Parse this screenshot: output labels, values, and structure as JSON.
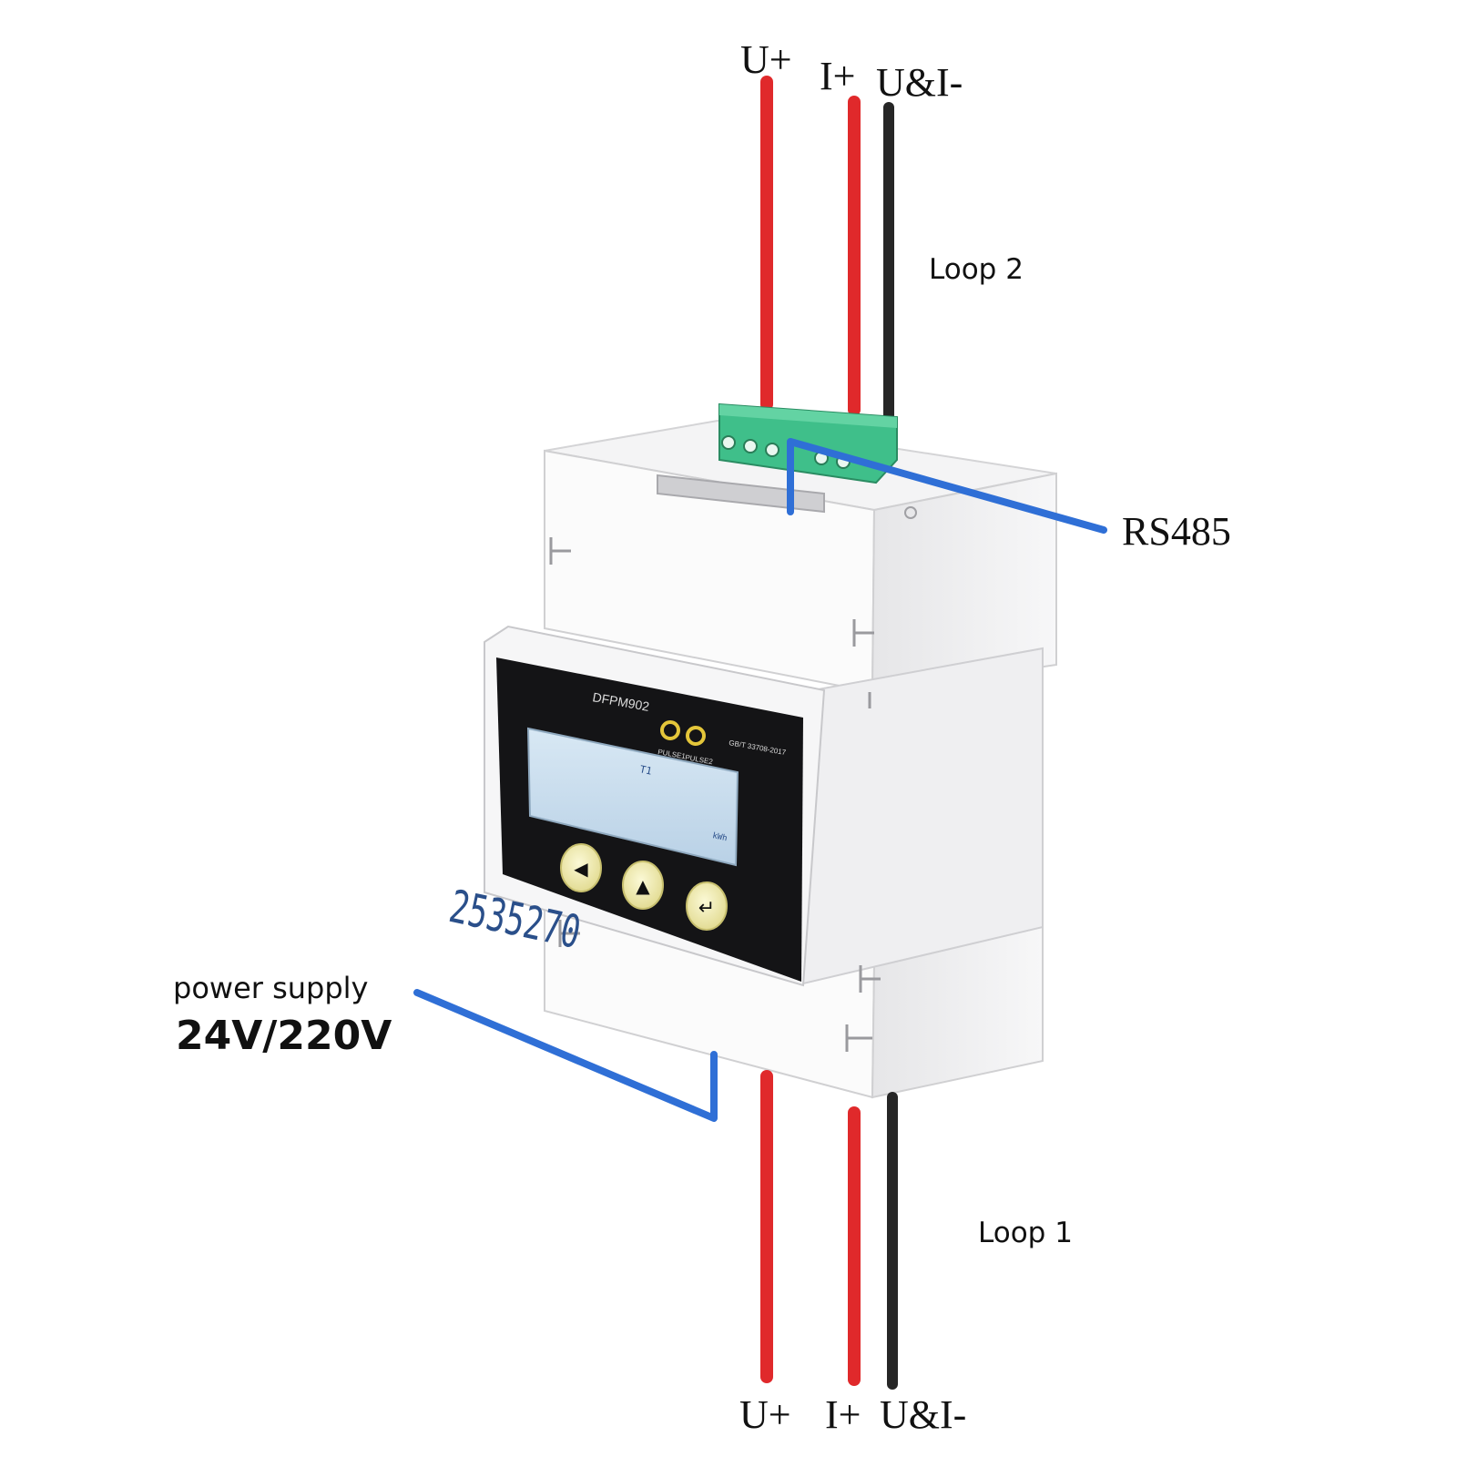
{
  "top_terminals": {
    "u_plus": "U+",
    "i_plus": "I+",
    "ui_minus": "U&I-"
  },
  "bottom_terminals": {
    "u_plus": "U+",
    "i_plus": "I+",
    "ui_minus": "U&I-"
  },
  "loop2_label": "Loop 2",
  "loop1_label": "Loop 1",
  "rs485_label": "RS485",
  "power": {
    "line1": "power supply",
    "line2": "24V/220V"
  },
  "device": {
    "model": "DFPM902",
    "pulse1": "PULSE1",
    "pulse2": "PULSE2",
    "standard": "GB/T 33708-2017",
    "reading": "2535270",
    "unit": "kWh",
    "tariff": "T1"
  },
  "colors": {
    "wire_red": "#e0292b",
    "wire_black": "#262626",
    "wire_blue": "#2f6fd6",
    "terminal_green": "#3fbf8a",
    "lcd_bg": "#c8dcec",
    "panel": "#141416",
    "button_yellow": "#f3eeb2"
  },
  "buttons": [
    {
      "icon": "left-arrow-icon",
      "glyph": "◀"
    },
    {
      "icon": "up-arrow-icon",
      "glyph": "▲"
    },
    {
      "icon": "enter-icon",
      "glyph": "↵"
    }
  ]
}
